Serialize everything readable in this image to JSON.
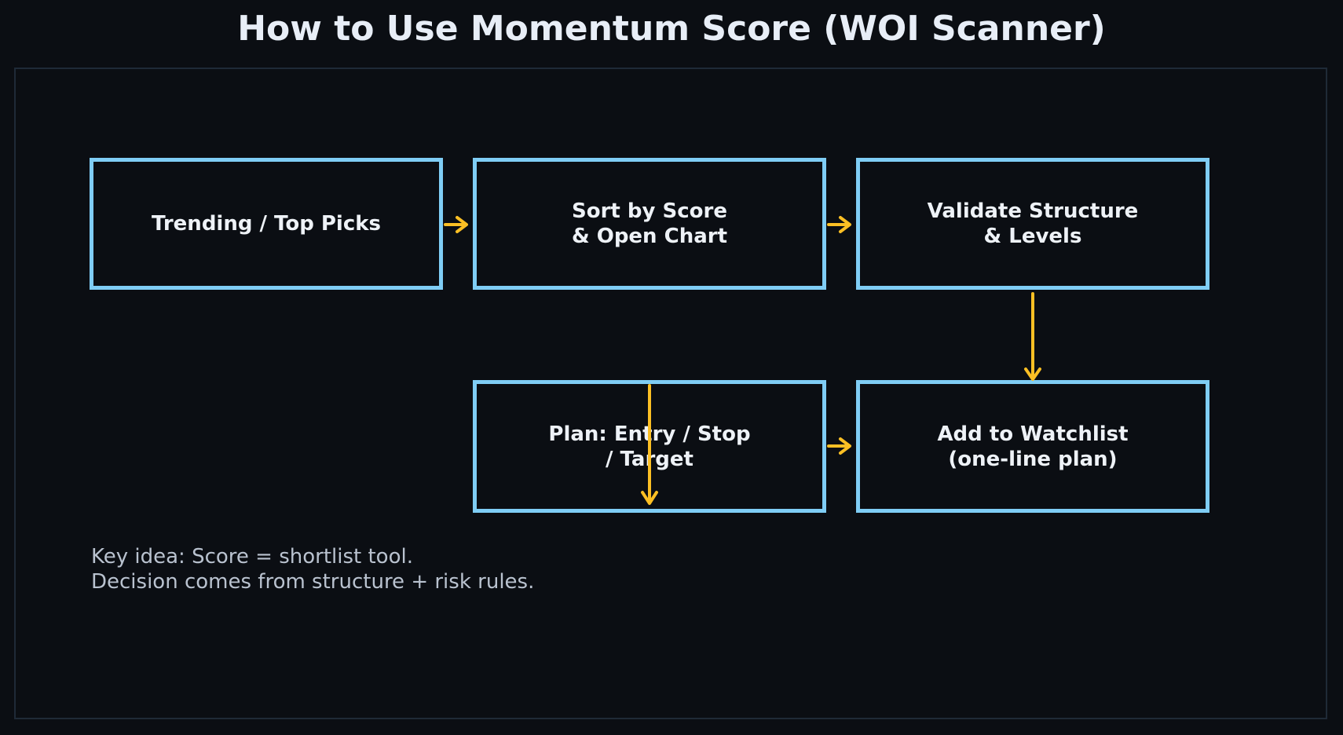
{
  "title": "How to Use Momentum Score (WOI Scanner)",
  "colors": {
    "background": "#0b0e13",
    "box_border": "#7fcdf5",
    "arrow": "#fbbf24",
    "text": "#eef2f7",
    "note_text": "#b9c2cf"
  },
  "steps": [
    {
      "label": "Trending / Top Picks"
    },
    {
      "label": "Sort by Score\n& Open Chart"
    },
    {
      "label": "Validate Structure\n& Levels"
    },
    {
      "label": "Plan: Entry / Stop\n/ Target"
    },
    {
      "label": "Add to Watchlist\n(one-line plan)"
    }
  ],
  "note": {
    "line1": "Key idea: Score = shortlist tool.",
    "line2": "Decision comes from structure + risk rules."
  }
}
